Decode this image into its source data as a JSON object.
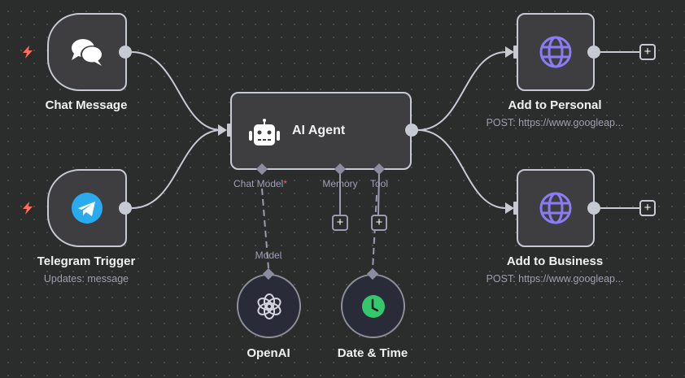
{
  "canvas": {
    "background": "#2b2c2c",
    "accent_trigger": "#ff6d5a",
    "edge_color": "#c8cad3"
  },
  "nodes": {
    "chat_message": {
      "title": "Chat Message",
      "icon": "chat-bubbles-icon",
      "is_trigger": true
    },
    "telegram_trigger": {
      "title": "Telegram Trigger",
      "subtitle": "Updates: message",
      "icon": "telegram-icon",
      "is_trigger": true,
      "icon_color": "#2aabee"
    },
    "ai_agent": {
      "title": "AI Agent",
      "icon": "robot-icon",
      "ports": {
        "chat_model": {
          "label": "Chat Model",
          "required_mark": "*"
        },
        "memory": {
          "label": "Memory"
        },
        "tool": {
          "label": "Tool"
        }
      }
    },
    "add_to_personal": {
      "title": "Add to Personal",
      "subtitle": "POST: https://www.googleap...",
      "icon": "globe-icon",
      "icon_color": "#8b7cf6"
    },
    "add_to_business": {
      "title": "Add to Business",
      "subtitle": "POST: https://www.googleap...",
      "icon": "globe-icon",
      "icon_color": "#8b7cf6"
    },
    "openai": {
      "title": "OpenAI",
      "port_label": "Model",
      "icon": "openai-icon"
    },
    "date_time": {
      "title": "Date & Time",
      "icon": "clock-icon",
      "icon_color": "#35c76c"
    }
  },
  "buttons": {
    "plus": "+"
  }
}
